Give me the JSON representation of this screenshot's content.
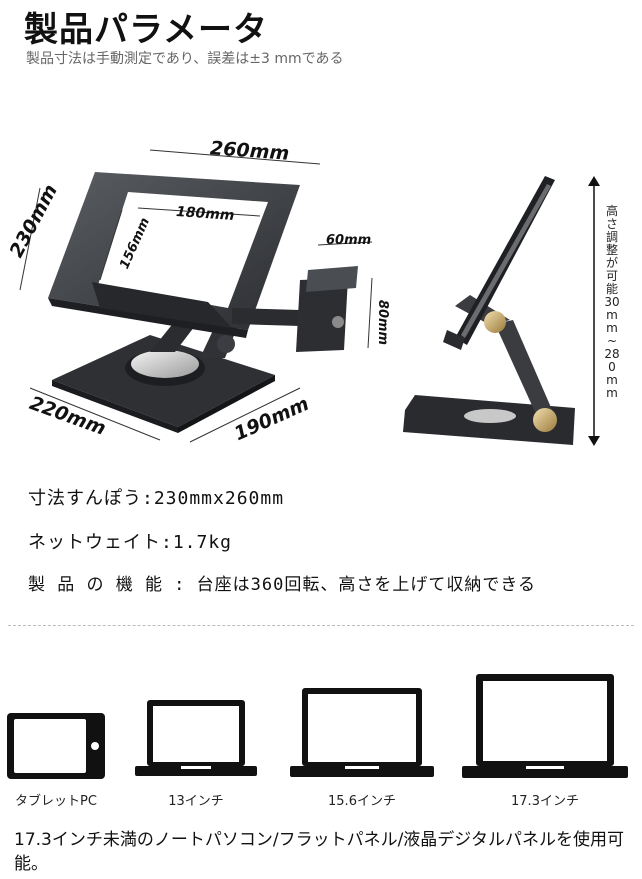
{
  "header": {
    "title": "製品パラメータ",
    "subtitle": "製品寸法は手動測定であり、誤差は±3 mmである"
  },
  "dimensions": {
    "width_top": "260mm",
    "height_left": "230mm",
    "inner_width": "180mm",
    "inner_height": "156mm",
    "holder_width": "60mm",
    "holder_height": "80mm",
    "base_depth": "220mm",
    "base_width": "190mm",
    "adjustable_height": "高さ調整が可能 30mm~280mm"
  },
  "specs": [
    {
      "text": "寸法すんぽう:230mmx260mm"
    },
    {
      "text": "ネットウェイト:1.7kg"
    },
    {
      "text": "製 品 の 機 能 : 台座は360回転、高さを上げて収納できる"
    }
  ],
  "devices": [
    {
      "label": "タブレットPC",
      "icon": "tablet-icon"
    },
    {
      "label": "13インチ",
      "icon": "laptop-icon"
    },
    {
      "label": "15.6インチ",
      "icon": "laptop-icon"
    },
    {
      "label": "17.3インチ",
      "icon": "laptop-icon"
    }
  ],
  "note": "17.3インチ未満のノートパソコン/フラットパネル/液晶デジタルパネルを使用可能。"
}
